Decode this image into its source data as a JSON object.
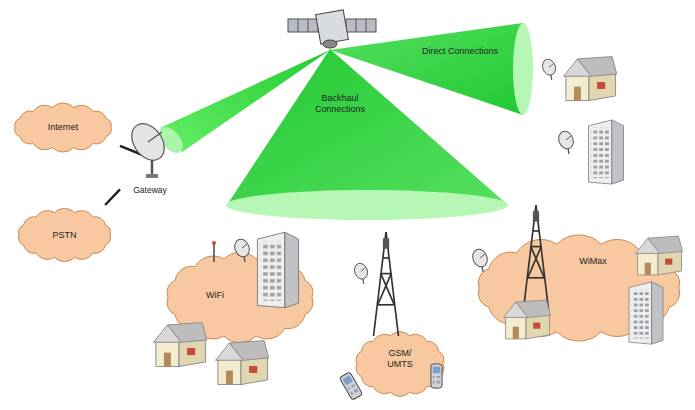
{
  "diagram": {
    "nodes": [
      {
        "text": [
          "Direct Connections"
        ]
      },
      {
        "text": [
          "Backhaul Connections"
        ]
      },
      {
        "text": [
          "Internet"
        ]
      },
      {
        "text": [
          "Gateway"
        ]
      },
      {
        "text": [
          "PSTN"
        ]
      },
      {
        "text": [
          "WiFi"
        ]
      },
      {
        "text": [
          "GSM/ UMTS"
        ]
      },
      {
        "text": [
          "WiMax"
        ]
      }
    ],
    "edges": [
      {
        "from": 3,
        "to": 2,
        "arrow": "none"
      },
      {
        "from": 3,
        "to": 4,
        "arrow": "none"
      }
    ]
  }
}
